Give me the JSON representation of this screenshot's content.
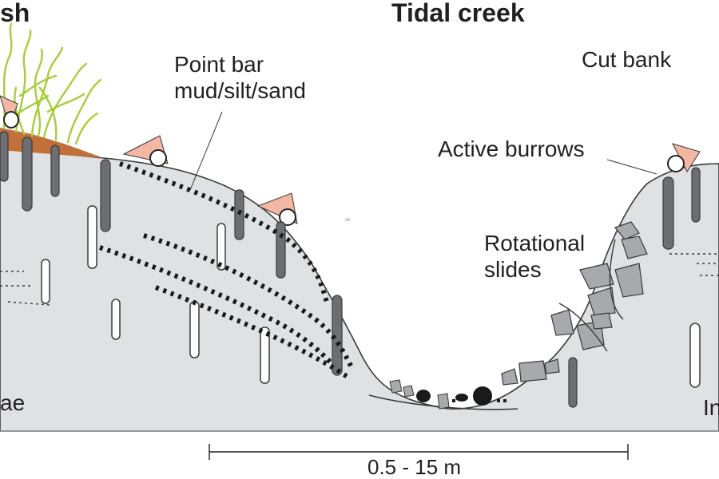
{
  "headings": {
    "marsh_fragment": "sh",
    "tidal_creek": "Tidal creek"
  },
  "labels": {
    "point_bar_line1": "Point bar",
    "point_bar_line2": "mud/silt/sand",
    "cut_bank": "Cut bank",
    "active_burrows": "Active burrows",
    "rotational_line1": "Rotational",
    "rotational_line2": "slides",
    "left_edge_fragment": "ae",
    "right_edge_fragment": "In",
    "tiny_mark": "sk"
  },
  "scale": {
    "text": "0.5 - 15 m"
  },
  "colors": {
    "sediment": "#dfe1e3",
    "outline": "#3a3a3a",
    "burrow": "#6d6e71",
    "vegetation": "#a6ce39",
    "soil": "#c1703a",
    "crab_shell": "#f4b7a3",
    "block": "#a7a9ac",
    "text": "#231f20"
  }
}
